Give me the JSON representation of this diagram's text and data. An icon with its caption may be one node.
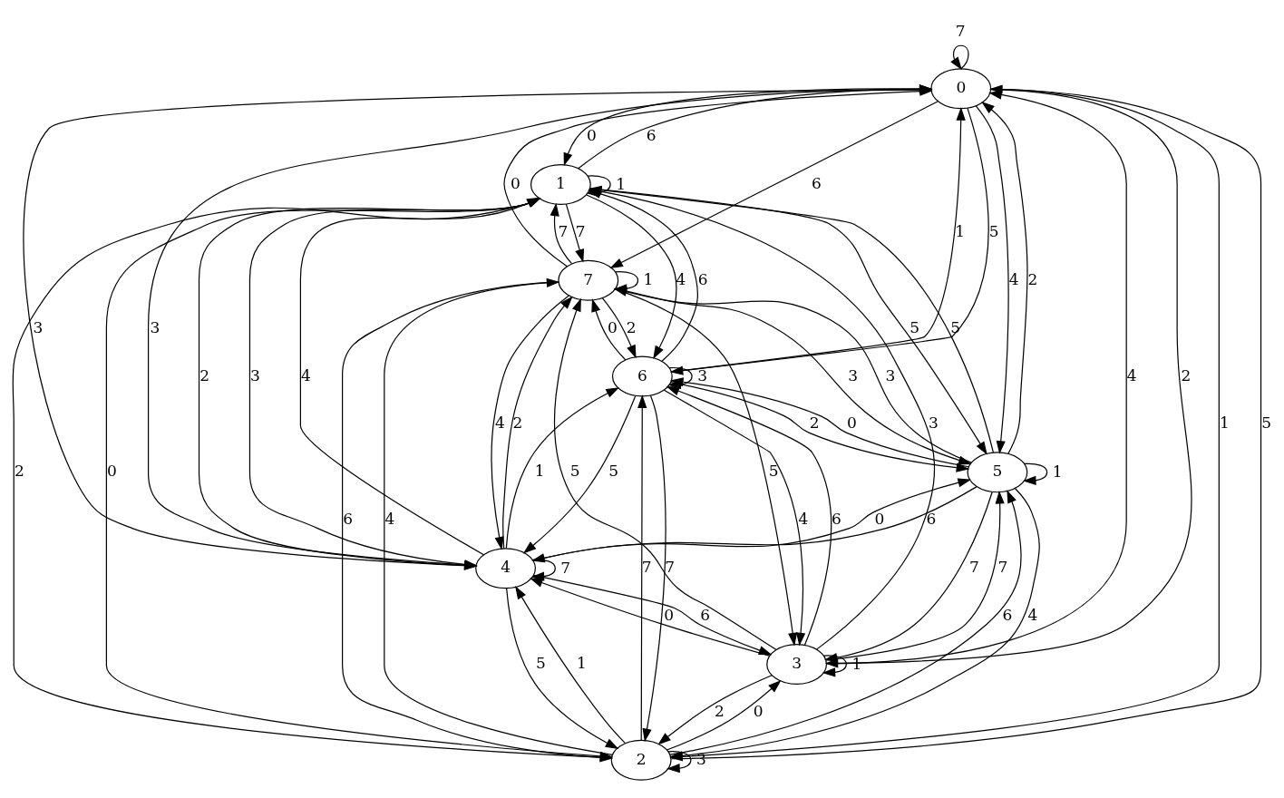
{
  "diagram": {
    "nodes": [
      {
        "text": [
          "0"
        ]
      },
      {
        "text": [
          "1"
        ]
      },
      {
        "text": [
          "2"
        ]
      },
      {
        "text": [
          "3"
        ]
      },
      {
        "text": [
          "4"
        ]
      },
      {
        "text": [
          "5"
        ]
      },
      {
        "text": [
          "6"
        ]
      },
      {
        "text": [
          "7"
        ]
      }
    ],
    "edges": [
      {
        "from": 0,
        "to": 1,
        "label": "0",
        "arrow": "to"
      },
      {
        "from": 0,
        "to": 2,
        "label": "1",
        "arrow": "to"
      },
      {
        "from": 0,
        "to": 3,
        "label": "2",
        "arrow": "to"
      },
      {
        "from": 0,
        "to": 4,
        "label": "3",
        "arrow": "to"
      },
      {
        "from": 0,
        "to": 5,
        "label": "4",
        "arrow": "to"
      },
      {
        "from": 0,
        "to": 6,
        "label": "5",
        "arrow": "to"
      },
      {
        "from": 0,
        "to": 7,
        "label": "6",
        "arrow": "to"
      },
      {
        "from": 0,
        "to": 0,
        "label": "7",
        "arrow": "to"
      },
      {
        "from": 1,
        "to": 2,
        "label": "0",
        "arrow": "to"
      },
      {
        "from": 1,
        "to": 1,
        "label": "1",
        "arrow": "to"
      },
      {
        "from": 1,
        "to": 4,
        "label": "2",
        "arrow": "to"
      },
      {
        "from": 1,
        "to": 4,
        "label": "3",
        "arrow": "to"
      },
      {
        "from": 1,
        "to": 6,
        "label": "4",
        "arrow": "to"
      },
      {
        "from": 1,
        "to": 5,
        "label": "5",
        "arrow": "to"
      },
      {
        "from": 1,
        "to": 0,
        "label": "6",
        "arrow": "to"
      },
      {
        "from": 1,
        "to": 7,
        "label": "7",
        "arrow": "to"
      },
      {
        "from": 2,
        "to": 3,
        "label": "0",
        "arrow": "to"
      },
      {
        "from": 2,
        "to": 4,
        "label": "1",
        "arrow": "to"
      },
      {
        "from": 2,
        "to": 1,
        "label": "2",
        "arrow": "to"
      },
      {
        "from": 2,
        "to": 2,
        "label": "3",
        "arrow": "to"
      },
      {
        "from": 2,
        "to": 7,
        "label": "4",
        "arrow": "to"
      },
      {
        "from": 2,
        "to": 0,
        "label": "5",
        "arrow": "to"
      },
      {
        "from": 2,
        "to": 5,
        "label": "6",
        "arrow": "to"
      },
      {
        "from": 2,
        "to": 6,
        "label": "7",
        "arrow": "to"
      },
      {
        "from": 3,
        "to": 4,
        "label": "0",
        "arrow": "to"
      },
      {
        "from": 3,
        "to": 3,
        "label": "1",
        "arrow": "to"
      },
      {
        "from": 3,
        "to": 2,
        "label": "2",
        "arrow": "to"
      },
      {
        "from": 3,
        "to": 1,
        "label": "3",
        "arrow": "to"
      },
      {
        "from": 3,
        "to": 0,
        "label": "4",
        "arrow": "to"
      },
      {
        "from": 3,
        "to": 7,
        "label": "5",
        "arrow": "to"
      },
      {
        "from": 3,
        "to": 6,
        "label": "6",
        "arrow": "to"
      },
      {
        "from": 3,
        "to": 5,
        "label": "7",
        "arrow": "to"
      },
      {
        "from": 4,
        "to": 5,
        "label": "0",
        "arrow": "to"
      },
      {
        "from": 4,
        "to": 6,
        "label": "1",
        "arrow": "to"
      },
      {
        "from": 4,
        "to": 7,
        "label": "2",
        "arrow": "to"
      },
      {
        "from": 4,
        "to": 0,
        "label": "3",
        "arrow": "to"
      },
      {
        "from": 4,
        "to": 1,
        "label": "4",
        "arrow": "to"
      },
      {
        "from": 4,
        "to": 2,
        "label": "5",
        "arrow": "to"
      },
      {
        "from": 4,
        "to": 3,
        "label": "6",
        "arrow": "to"
      },
      {
        "from": 4,
        "to": 4,
        "label": "7",
        "arrow": "to"
      },
      {
        "from": 5,
        "to": 6,
        "label": "0",
        "arrow": "to"
      },
      {
        "from": 5,
        "to": 5,
        "label": "1",
        "arrow": "to"
      },
      {
        "from": 5,
        "to": 0,
        "label": "2",
        "arrow": "to"
      },
      {
        "from": 5,
        "to": 7,
        "label": "3",
        "arrow": "to"
      },
      {
        "from": 5,
        "to": 2,
        "label": "4",
        "arrow": "to"
      },
      {
        "from": 5,
        "to": 1,
        "label": "5",
        "arrow": "to"
      },
      {
        "from": 5,
        "to": 4,
        "label": "6",
        "arrow": "to"
      },
      {
        "from": 5,
        "to": 3,
        "label": "7",
        "arrow": "to"
      },
      {
        "from": 6,
        "to": 7,
        "label": "0",
        "arrow": "to"
      },
      {
        "from": 6,
        "to": 0,
        "label": "1",
        "arrow": "to"
      },
      {
        "from": 6,
        "to": 5,
        "label": "2",
        "arrow": "to"
      },
      {
        "from": 6,
        "to": 6,
        "label": "3",
        "arrow": "to"
      },
      {
        "from": 6,
        "to": 3,
        "label": "4",
        "arrow": "to"
      },
      {
        "from": 6,
        "to": 4,
        "label": "5",
        "arrow": "to"
      },
      {
        "from": 6,
        "to": 1,
        "label": "6",
        "arrow": "to"
      },
      {
        "from": 6,
        "to": 2,
        "label": "7",
        "arrow": "to"
      },
      {
        "from": 7,
        "to": 0,
        "label": "0",
        "arrow": "to"
      },
      {
        "from": 7,
        "to": 7,
        "label": "1",
        "arrow": "to"
      },
      {
        "from": 7,
        "to": 6,
        "label": "2",
        "arrow": "to"
      },
      {
        "from": 7,
        "to": 5,
        "label": "3",
        "arrow": "to"
      },
      {
        "from": 7,
        "to": 4,
        "label": "4",
        "arrow": "to"
      },
      {
        "from": 7,
        "to": 3,
        "label": "5",
        "arrow": "to"
      },
      {
        "from": 7,
        "to": 2,
        "label": "6",
        "arrow": "to"
      },
      {
        "from": 7,
        "to": 1,
        "label": "7",
        "arrow": "to"
      }
    ]
  }
}
